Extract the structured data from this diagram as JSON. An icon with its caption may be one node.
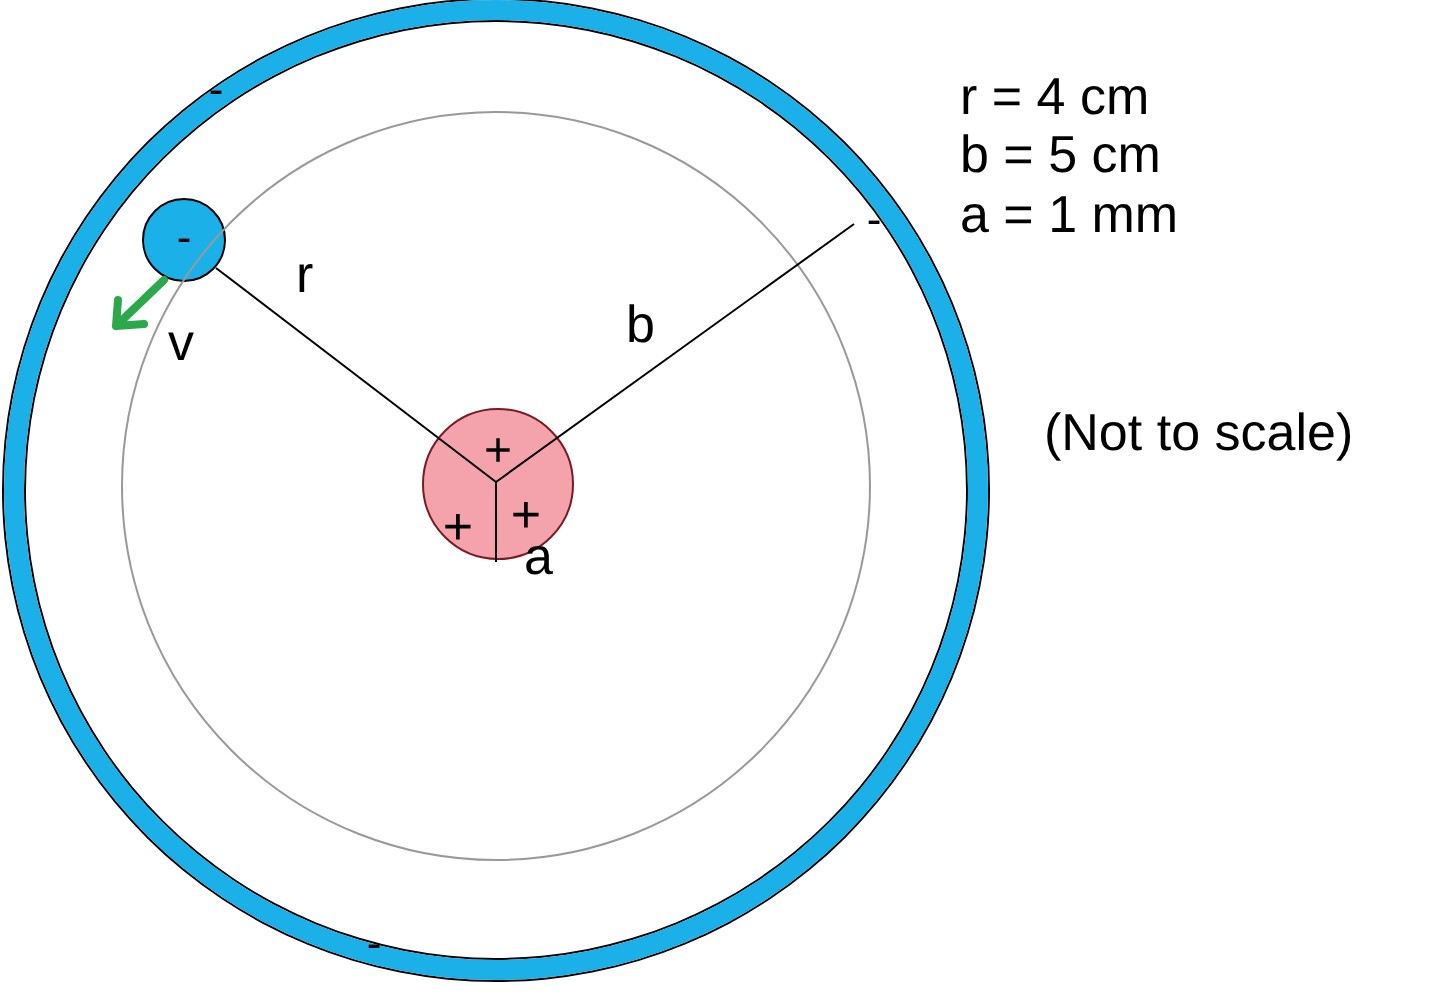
{
  "diagram": {
    "nodes": [
      {
        "text": [
          "-",
          "-",
          "-"
        ]
      },
      {
        "text": [
          "-"
        ],
        "in": 0
      },
      {
        "text": [
          "+",
          "+",
          "+"
        ],
        "in": 0
      }
    ],
    "labels": [
      "r",
      "v",
      "b",
      "a",
      "r = 4 cm",
      "b = 5 cm",
      "a = 1 mm",
      "(Not to scale)"
    ]
  }
}
